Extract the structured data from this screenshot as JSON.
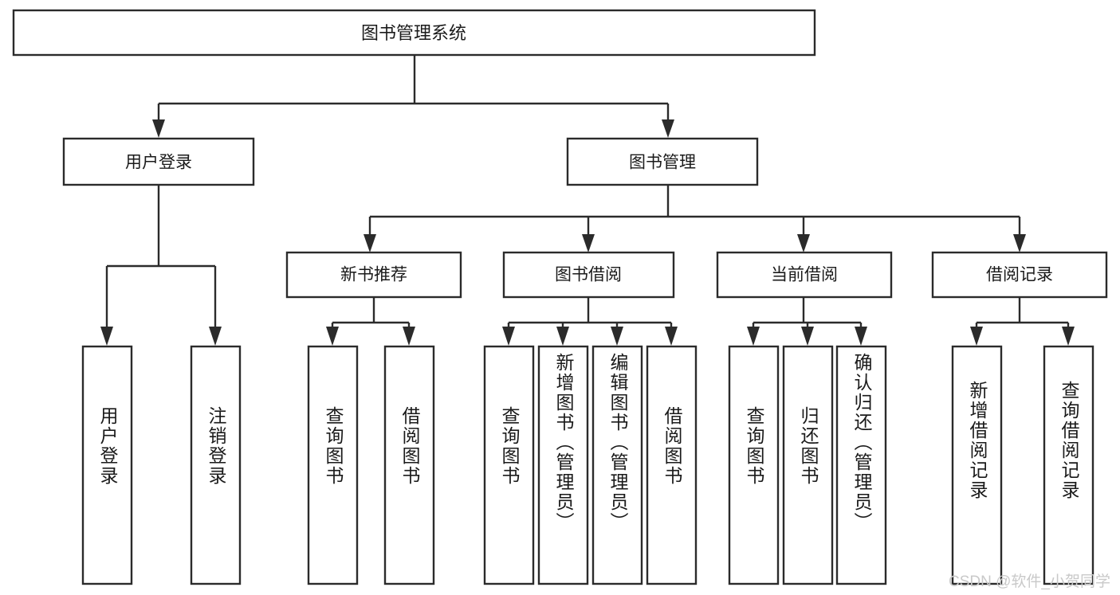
{
  "diagram": {
    "type": "tree",
    "title": "图书管理系统",
    "root": {
      "id": "root",
      "label": "图书管理系统"
    },
    "level2": [
      {
        "id": "user-login",
        "label": "用户登录"
      },
      {
        "id": "book-manage",
        "label": "图书管理"
      }
    ],
    "level3": [
      {
        "id": "new-book-recommend",
        "label": "新书推荐",
        "parent": "book-manage"
      },
      {
        "id": "book-borrow",
        "label": "图书借阅",
        "parent": "book-manage"
      },
      {
        "id": "current-borrow",
        "label": "当前借阅",
        "parent": "book-manage"
      },
      {
        "id": "borrow-record",
        "label": "借阅记录",
        "parent": "book-manage"
      }
    ],
    "leaves": [
      {
        "id": "leaf-user-login",
        "label": "用户登录",
        "parent": "user-login"
      },
      {
        "id": "leaf-logout",
        "label": "注销登录",
        "parent": "user-login"
      },
      {
        "id": "leaf-query-book-1",
        "label": "查询图书",
        "parent": "new-book-recommend"
      },
      {
        "id": "leaf-borrow-book-1",
        "label": "借阅图书",
        "parent": "new-book-recommend"
      },
      {
        "id": "leaf-query-book-2",
        "label": "查询图书",
        "parent": "book-borrow"
      },
      {
        "id": "leaf-add-book",
        "label": "新增图书（管理员）",
        "parent": "book-borrow"
      },
      {
        "id": "leaf-edit-book",
        "label": "编辑图书（管理员）",
        "parent": "book-borrow"
      },
      {
        "id": "leaf-borrow-book-2",
        "label": "借阅图书",
        "parent": "book-borrow"
      },
      {
        "id": "leaf-query-book-3",
        "label": "查询图书",
        "parent": "current-borrow"
      },
      {
        "id": "leaf-return-book",
        "label": "归还图书",
        "parent": "current-borrow"
      },
      {
        "id": "leaf-confirm-return",
        "label": "确认归还（管理员）",
        "parent": "current-borrow"
      },
      {
        "id": "leaf-add-record",
        "label": "新增借阅记录",
        "parent": "borrow-record"
      },
      {
        "id": "leaf-query-record",
        "label": "查询借阅记录",
        "parent": "borrow-record"
      }
    ],
    "colors": {
      "stroke": "#2b2b2b",
      "fill": "#ffffff",
      "text": "#1a1a1a",
      "watermark": "#c9c9c9"
    }
  },
  "watermark": {
    "text": "CSDN @软件_小贺同学"
  }
}
